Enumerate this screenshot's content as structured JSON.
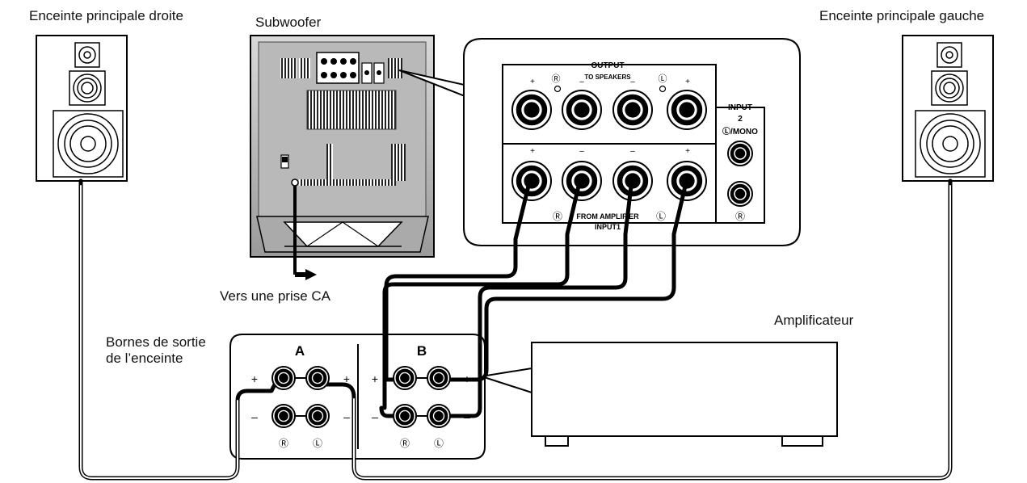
{
  "labels": {
    "right_speaker": "Enceinte principale droite",
    "left_speaker": "Enceinte principale gauche",
    "subwoofer": "Subwoofer",
    "ac_outlet": "Vers une prise CA",
    "terminals_line1": "Bornes de sortie",
    "terminals_line2": "de l’enceinte",
    "amplifier": "Amplificateur"
  },
  "panel": {
    "output": "OUTPUT",
    "to_speakers": "TO SPEAKERS",
    "input2": "INPUT",
    "input2_num": "2",
    "lmono": "Ⓛ/MONO",
    "r_small": "Ⓡ",
    "from_amplifier": "FROM AMPLIFIER",
    "input1": "INPUT1",
    "r_circ": "Ⓡ",
    "l_circ": "Ⓛ",
    "plus": "+",
    "minus": "–"
  },
  "terminals": {
    "group_a": "A",
    "group_b": "B",
    "plus": "+",
    "minus": "–",
    "r": "Ⓡ",
    "l": "Ⓛ"
  }
}
